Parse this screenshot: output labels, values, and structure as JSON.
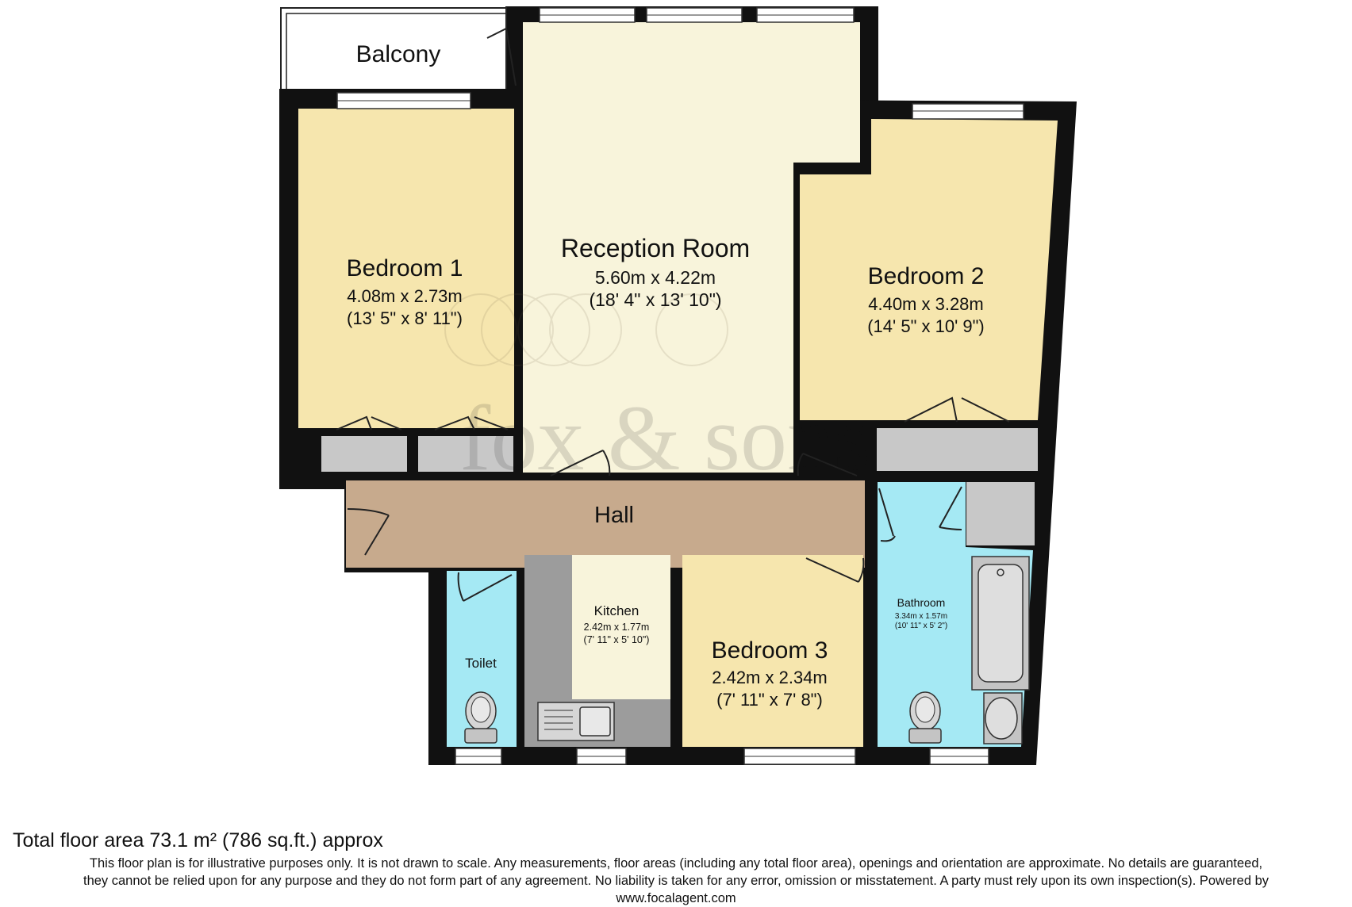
{
  "agent_watermark": "fox & sons",
  "colors": {
    "wall": "#111111",
    "reception": "#f8f4db",
    "bedroom": "#f6e6ae",
    "hall": "#c7aa8d",
    "wet_room": "#a5e9f4",
    "kitchen": "#f8f4db",
    "cupboard": "#c8c8c8",
    "worktop": "#9c9c9c"
  },
  "rooms": {
    "balcony": {
      "name": "Balcony"
    },
    "reception": {
      "name": "Reception Room",
      "metric": "5.60m x 4.22m",
      "imperial": "(18' 4\" x 13' 10\")"
    },
    "bedroom1": {
      "name": "Bedroom 1",
      "metric": "4.08m x 2.73m",
      "imperial": "(13' 5\" x 8' 11\")"
    },
    "bedroom2": {
      "name": "Bedroom 2",
      "metric": "4.40m x 3.28m",
      "imperial": "(14' 5\" x 10' 9\")"
    },
    "bedroom3": {
      "name": "Bedroom 3",
      "metric": "2.42m x 2.34m",
      "imperial": "(7' 11\" x 7' 8\")"
    },
    "hall": {
      "name": "Hall"
    },
    "kitchen": {
      "name": "Kitchen",
      "metric": "2.42m x 1.77m",
      "imperial": "(7' 11\" x 5' 10\")"
    },
    "toilet": {
      "name": "Toilet"
    },
    "bathroom": {
      "name": "Bathroom",
      "metric": "3.34m x 1.57m",
      "imperial": "(10' 11\" x 5' 2\")"
    }
  },
  "footer": {
    "total_area": "Total floor area 73.1 m² (786 sq.ft.) approx",
    "disclaimer_line1": "This floor plan is for illustrative purposes only. It is not drawn to scale. Any measurements, floor areas (including any total floor area), openings and orientation are approximate. No details are guaranteed,",
    "disclaimer_line2": "they cannot be relied upon for any purpose and they do not form part of any agreement. No liability is taken for any error, omission or misstatement. A party must rely upon its own inspection(s). Powered by",
    "disclaimer_line3": "www.focalagent.com"
  }
}
